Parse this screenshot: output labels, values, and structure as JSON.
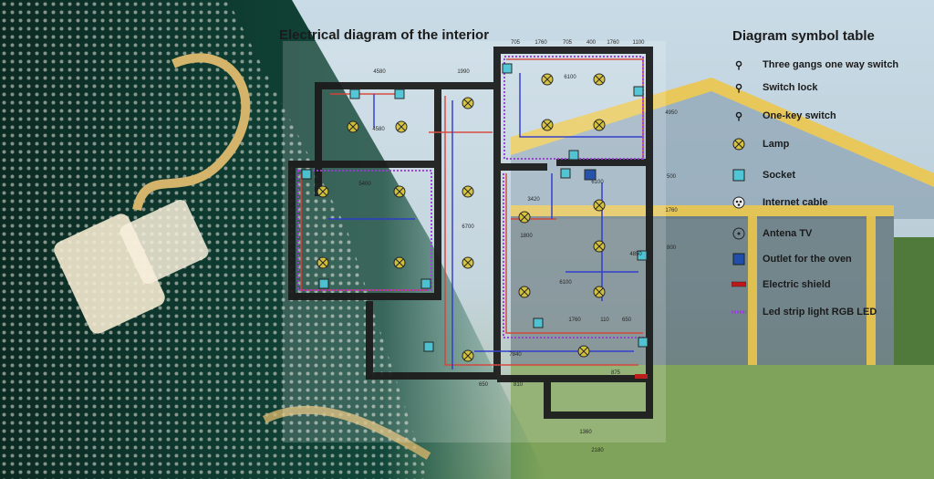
{
  "title": "Electrical diagram of the interior",
  "legend": {
    "title": "Diagram symbol table",
    "items": [
      {
        "label": "Three gangs one way switch",
        "icon": "three-gang-switch-icon"
      },
      {
        "label": "Switch lock",
        "icon": "switch-lock-icon"
      },
      {
        "label": "One-key switch",
        "icon": "one-key-switch-icon"
      },
      {
        "label": "Lamp",
        "icon": "lamp-icon"
      },
      {
        "label": "Socket",
        "icon": "socket-icon"
      },
      {
        "label": "Internet cable",
        "icon": "internet-cable-icon"
      },
      {
        "label": "Antena TV",
        "icon": "antenna-tv-icon"
      },
      {
        "label": "Outlet for the oven",
        "icon": "oven-outlet-icon"
      },
      {
        "label": "Electric shield",
        "icon": "electric-shield-icon"
      },
      {
        "label": "Led strip light RGB LED",
        "icon": "led-strip-icon"
      }
    ]
  },
  "dimensions": {
    "top_right": [
      "705",
      "1760",
      "705",
      "400",
      "1760",
      "1100"
    ],
    "top_left": [
      "4580",
      "1990"
    ],
    "rooms": [
      "6100",
      "4580",
      "5400",
      "6100",
      "1800",
      "6700",
      "6100",
      "7840",
      "1760",
      "110",
      "650",
      "875",
      "810",
      "650",
      "1360",
      "2180",
      "4950",
      "500",
      "1760",
      "800",
      "3420",
      "4850"
    ]
  },
  "colors": {
    "wall": "#1e1e1e",
    "wire_red": "#d9443a",
    "wire_blue": "#2f3bd0",
    "led": "#9a3fd8",
    "lamp": "#d8c43a",
    "socket": "#4fc6d6",
    "oven": "#1f4fa8",
    "shield": "#c01818"
  }
}
